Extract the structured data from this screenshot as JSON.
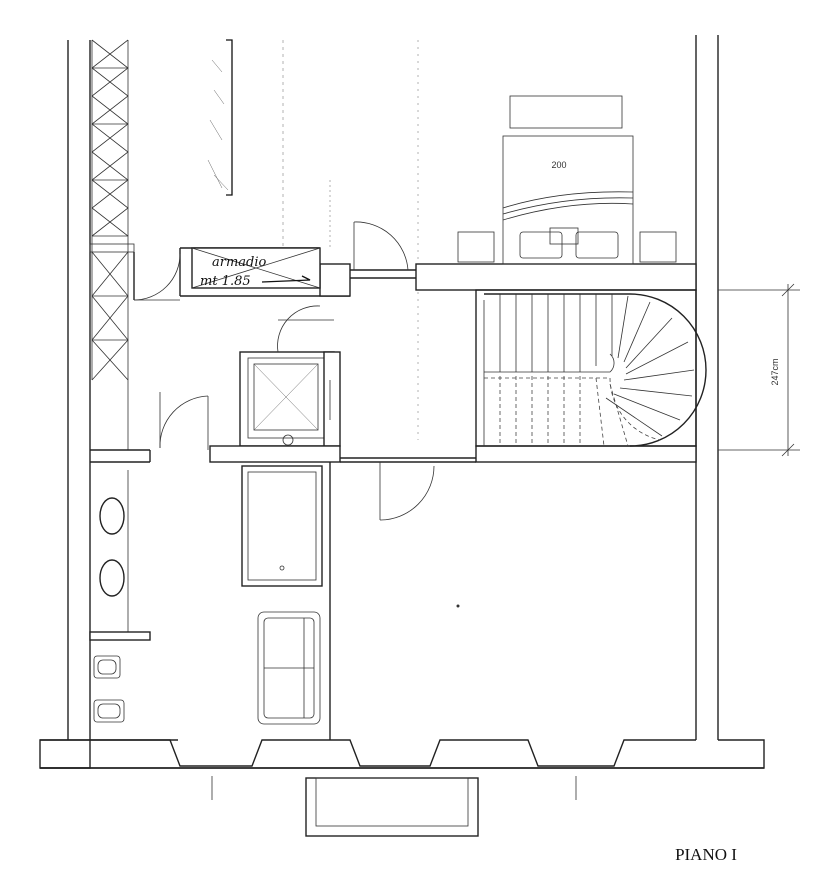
{
  "plan_title": "PIANO I",
  "bed_label": "200",
  "stair_dimension": "247cm",
  "wardrobe_note_line1": "armadio",
  "wardrobe_note_line2": "mt 1.85"
}
